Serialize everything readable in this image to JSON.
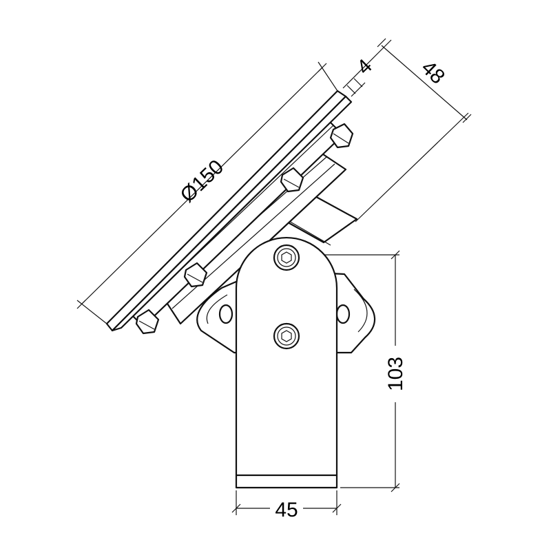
{
  "dimensions": {
    "diameter": "Ø150",
    "plate_thickness": "4",
    "depth": "48",
    "height": "103",
    "width": "45"
  }
}
